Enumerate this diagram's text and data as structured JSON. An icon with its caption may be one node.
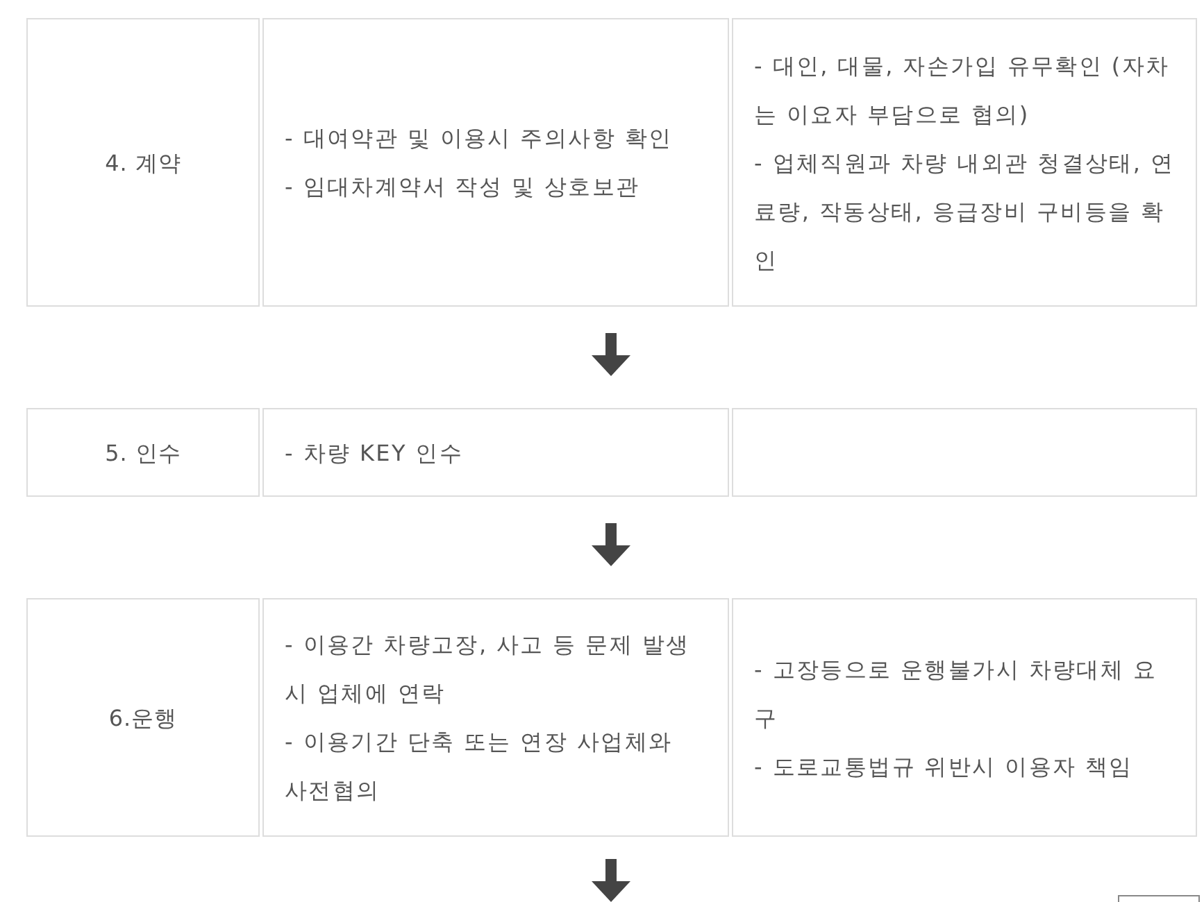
{
  "diagram": {
    "nodes": [
      {
        "text": [
          "4. 계약"
        ]
      },
      {
        "text": [
          "- 대여약관 및 이용시 주의사항 확인",
          "- 임대차계약서 작성 및 상호보관"
        ]
      },
      {
        "text": [
          "- 대인, 대물, 자손가입 유무확인 (자차는 이요자 부담으로 협의)",
          "- 업체직원과 차량 내외관 청결상태, 연료량, 작동상태, 응급장비 구비등을 확인"
        ]
      },
      {
        "text": [
          "5. 인수"
        ]
      },
      {
        "text": [
          "- 차량 KEY 인수"
        ]
      },
      {
        "text": [],
        "shape": "box"
      },
      {
        "text": [
          "6.운행"
        ]
      },
      {
        "text": [
          "- 이용간 차량고장, 사고 등 문제 발생시 업체에 연락",
          "- 이용기간 단축 또는 연장 사업체와 사전협의"
        ]
      },
      {
        "text": [
          "- 고장등으로 운행불가시 차량대체 요구",
          "- 도로교통법규 위반시 이용자 책임"
        ]
      }
    ],
    "edges": [
      {
        "from": 1,
        "to": 4,
        "arrow": "to"
      },
      {
        "from": 4,
        "to": 7,
        "arrow": "to"
      },
      {
        "from": 7,
        "to": null,
        "arrow": "to"
      }
    ]
  }
}
